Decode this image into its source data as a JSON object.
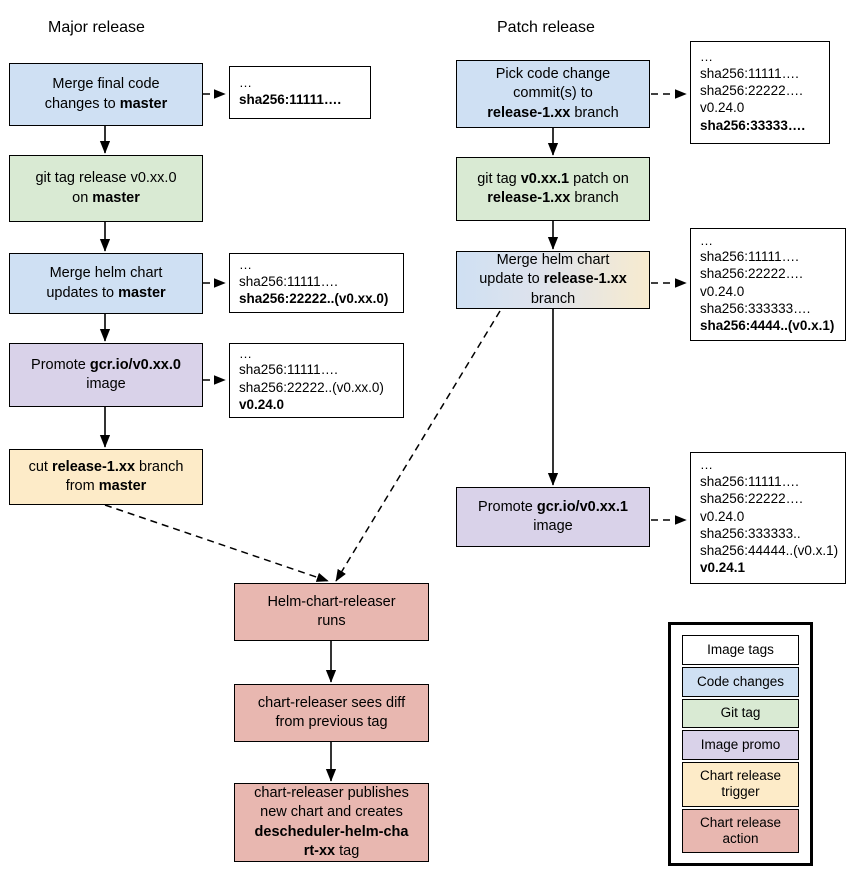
{
  "columns": {
    "major": {
      "title": "Major release"
    },
    "patch": {
      "title": "Patch release"
    }
  },
  "nodes": {
    "major_merge_code": {
      "line1": "Merge final code",
      "line2_pre": "changes to ",
      "line2_b": "master"
    },
    "major_git_tag": {
      "line1": "git tag release v0.xx.0",
      "line2_pre": "on ",
      "line2_b": "master"
    },
    "major_merge_helm": {
      "line1": "Merge helm chart",
      "line2_pre": "updates to ",
      "line2_b": "master"
    },
    "major_promote": {
      "line1_pre": "Promote ",
      "line1_b": "gcr.io/v0.xx.0",
      "line2": "image"
    },
    "major_cut_branch": {
      "line1_pre": "cut ",
      "line1_b": "release-1.xx",
      "line1_post": " branch",
      "line2_pre": "from ",
      "line2_b": "master"
    },
    "patch_pick_commits": {
      "line1": "Pick code change",
      "line2": "commit(s) to",
      "line3_b": "release-1.xx",
      "line3_post": " branch"
    },
    "patch_git_tag": {
      "line1_pre": "git tag ",
      "line1_b": "v0.xx.1",
      "line1_post": " patch on",
      "line2_b": "release-1.xx",
      "line2_post": " branch"
    },
    "patch_merge_helm": {
      "line1": "Merge helm chart",
      "line2_pre": "update to ",
      "line2_b": "release-1.xx",
      "line3": "branch"
    },
    "patch_promote": {
      "line1_pre": "Promote ",
      "line1_b": "gcr.io/v0.xx.1",
      "line2": "image"
    },
    "cr_runs": {
      "line1": "Helm-chart-releaser",
      "line2": "runs"
    },
    "cr_diff": {
      "line1": "chart-releaser sees diff",
      "line2": "from previous tag"
    },
    "cr_publish": {
      "line1": "chart-releaser publishes",
      "line2": "new chart and creates",
      "line3_b": "descheduler-helm-cha",
      "line4_b": "rt-xx",
      "line4_post": " tag"
    }
  },
  "tag_boxes": {
    "t1": {
      "lines": [
        {
          "text": "…",
          "bold": false,
          "dots": true
        },
        {
          "text": "sha256:11111….",
          "bold": true
        }
      ]
    },
    "t2": {
      "lines": [
        {
          "text": "…",
          "bold": false,
          "dots": true
        },
        {
          "text": "sha256:11111….",
          "bold": false
        },
        {
          "text": "sha256:22222..(v0.xx.0)",
          "bold": true
        }
      ]
    },
    "t3": {
      "lines": [
        {
          "text": "…",
          "bold": false,
          "dots": true
        },
        {
          "text": "sha256:11111….",
          "bold": false
        },
        {
          "text": "sha256:22222..(v0.xx.0)",
          "bold": false
        },
        {
          "text": "v0.24.0",
          "bold": true
        }
      ]
    },
    "t4": {
      "lines": [
        {
          "text": "…",
          "bold": false,
          "dots": true
        },
        {
          "text": "sha256:11111….",
          "bold": false
        },
        {
          "text": "sha256:22222….",
          "bold": false
        },
        {
          "text": "v0.24.0",
          "bold": false
        },
        {
          "text": "sha256:33333….",
          "bold": true
        }
      ]
    },
    "t5": {
      "lines": [
        {
          "text": "…",
          "bold": false,
          "dots": true
        },
        {
          "text": "sha256:11111….",
          "bold": false
        },
        {
          "text": "sha256:22222….",
          "bold": false
        },
        {
          "text": "v0.24.0",
          "bold": false
        },
        {
          "text": "sha256:333333….",
          "bold": false
        },
        {
          "text": "sha256:4444..(v0.x.1)",
          "bold": true
        }
      ]
    },
    "t6": {
      "lines": [
        {
          "text": "…",
          "bold": false,
          "dots": true
        },
        {
          "text": "sha256:11111….",
          "bold": false
        },
        {
          "text": "sha256:22222….",
          "bold": false
        },
        {
          "text": "v0.24.0",
          "bold": false
        },
        {
          "text": "sha256:333333..",
          "bold": false
        },
        {
          "text": "sha256:44444..(v0.x.1)",
          "bold": false
        },
        {
          "text": "v0.24.1",
          "bold": true
        }
      ]
    }
  },
  "legend": {
    "items": [
      {
        "label": "Image tags",
        "color": "#ffffff"
      },
      {
        "label": "Code changes",
        "color": "#cfe0f3"
      },
      {
        "label": "Git tag",
        "color": "#d9ead3"
      },
      {
        "label": "Image promo",
        "color": "#d9d2e9"
      },
      {
        "label": "Chart release trigger",
        "color": "#fdebc8"
      },
      {
        "label": "Chart release action",
        "color": "#e8b7b0"
      }
    ]
  },
  "colors": {
    "code_changes": "#cfe0f3",
    "git_tag": "#d9ead3",
    "image_promo": "#d9d2e9",
    "chart_trigger": "#fdebc8",
    "chart_action": "#e8b7b0",
    "stroke": "#000000"
  }
}
